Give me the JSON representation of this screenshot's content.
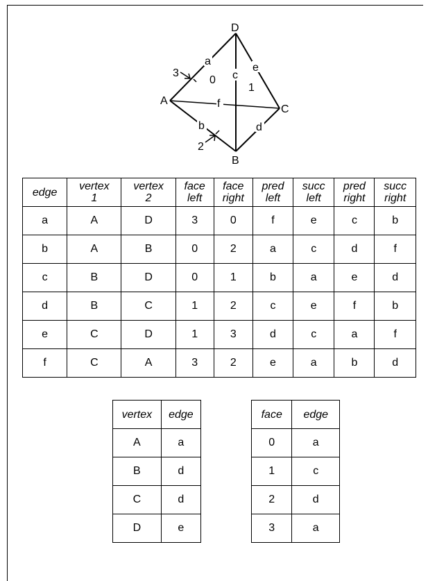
{
  "diagram": {
    "vertices": [
      "A",
      "B",
      "C",
      "D"
    ],
    "edges": [
      "a",
      "b",
      "c",
      "d",
      "e",
      "f"
    ],
    "faces": [
      "0",
      "1"
    ],
    "outer_face_labels": [
      "3",
      "2"
    ]
  },
  "edge_table": {
    "headers": [
      [
        "edge"
      ],
      [
        "vertex",
        "1"
      ],
      [
        "vertex",
        "2"
      ],
      [
        "face",
        "left"
      ],
      [
        "face",
        "right"
      ],
      [
        "pred",
        "left"
      ],
      [
        "succ",
        "left"
      ],
      [
        "pred",
        "right"
      ],
      [
        "succ",
        "right"
      ]
    ],
    "rows": [
      [
        "a",
        "A",
        "D",
        "3",
        "0",
        "f",
        "e",
        "c",
        "b"
      ],
      [
        "b",
        "A",
        "B",
        "0",
        "2",
        "a",
        "c",
        "d",
        "f"
      ],
      [
        "c",
        "B",
        "D",
        "0",
        "1",
        "b",
        "a",
        "e",
        "d"
      ],
      [
        "d",
        "B",
        "C",
        "1",
        "2",
        "c",
        "e",
        "f",
        "b"
      ],
      [
        "e",
        "C",
        "D",
        "1",
        "3",
        "d",
        "c",
        "a",
        "f"
      ],
      [
        "f",
        "C",
        "A",
        "3",
        "2",
        "e",
        "a",
        "b",
        "d"
      ]
    ]
  },
  "vertex_table": {
    "headers": [
      "vertex",
      "edge"
    ],
    "rows": [
      [
        "A",
        "a"
      ],
      [
        "B",
        "d"
      ],
      [
        "C",
        "d"
      ],
      [
        "D",
        "e"
      ]
    ]
  },
  "face_table": {
    "headers": [
      "face",
      "edge"
    ],
    "rows": [
      [
        "0",
        "a"
      ],
      [
        "1",
        "c"
      ],
      [
        "2",
        "d"
      ],
      [
        "3",
        "a"
      ]
    ]
  }
}
